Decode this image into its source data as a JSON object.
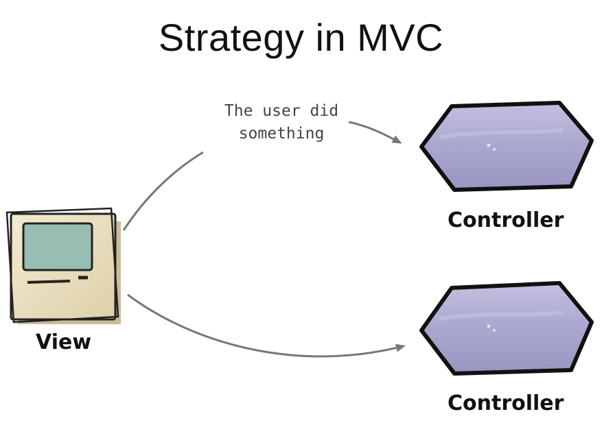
{
  "title": "Strategy in MVC",
  "note": {
    "line1": "The user did",
    "line2": "something"
  },
  "view": {
    "label": "View",
    "icon": "computer-icon"
  },
  "controllers": [
    {
      "label": "Controller",
      "icon": "hexagon-icon"
    },
    {
      "label": "Controller",
      "icon": "hexagon-icon"
    }
  ],
  "colors": {
    "hexagon_fill": "#a9a6cc",
    "hexagon_stroke": "#111111",
    "computer_body": "#ede3c4",
    "computer_screen": "#98bdb3",
    "arrow": "#777777"
  }
}
